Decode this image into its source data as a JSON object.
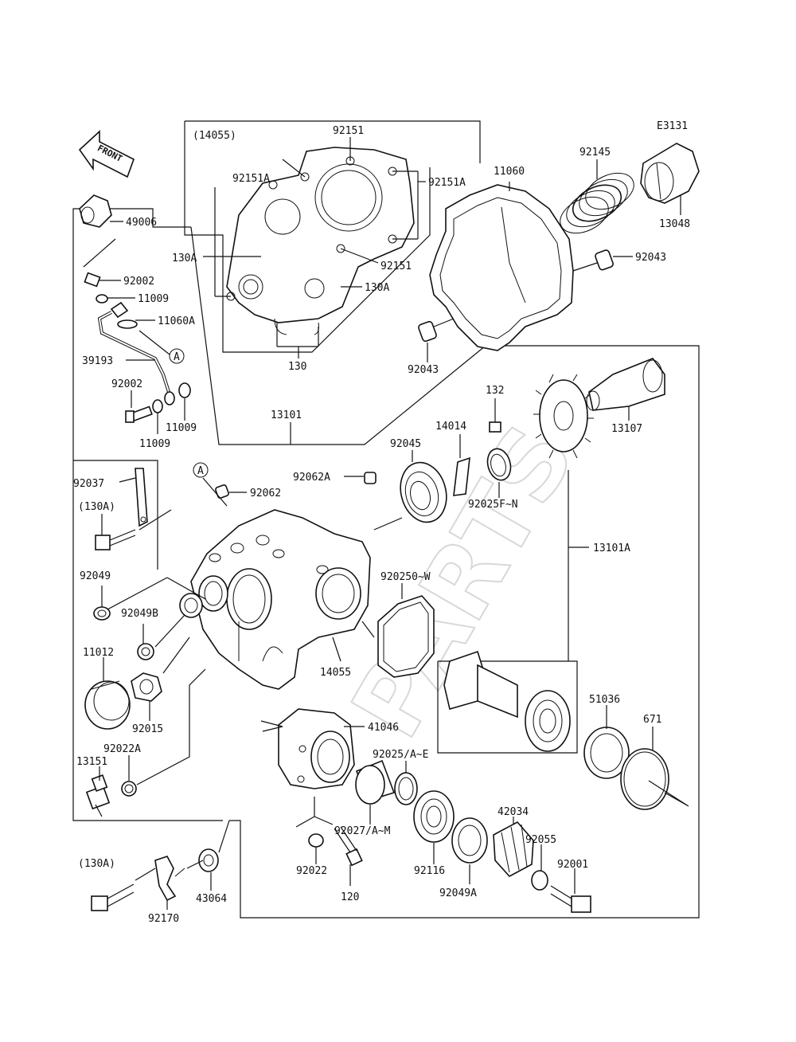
{
  "diagram_code": "E3131",
  "watermark": "PARTS",
  "front_indicator": "FRONT",
  "circle_ref": "A",
  "labels": {
    "p14055a": "(14055)",
    "p92151_top": "92151",
    "p92151A_l": "92151A",
    "p92151A_r": "92151A",
    "p130A_l": "130A",
    "p92151_mid": "92151",
    "p130A_r": "130A",
    "p130": "130",
    "p11060": "11060",
    "p92145": "92145",
    "p13048": "13048",
    "p92043_r": "92043",
    "p92043_b": "92043",
    "p49006": "49006",
    "p92002_a": "92002",
    "p11009_a": "11009",
    "p11060A": "11060A",
    "p39193": "39193",
    "p92002_b": "92002",
    "p11009_b": "11009",
    "p11009_c": "11009",
    "p13101": "13101",
    "p132": "132",
    "p14014": "14014",
    "p13107": "13107",
    "p92045": "92045",
    "p92062A": "92062A",
    "p92062": "92062",
    "p92025FN": "92025F~N",
    "p13101A": "13101A",
    "p92037": "92037",
    "p130A_p": "(130A)",
    "p92049": "92049",
    "p92049B": "92049B",
    "p92025OW": "920250~W",
    "p11012": "11012",
    "p14055": "14055",
    "p92015": "92015",
    "p51036": "51036",
    "p671": "671",
    "p41046": "41046",
    "p92022A": "92022A",
    "p13151": "13151",
    "p92025AE": "92025/A~E",
    "p92027AM": "92027/A~M",
    "p42034": "42034",
    "p92055": "92055",
    "p92001": "92001",
    "p130A_p2": "(130A)",
    "p92116": "92116",
    "p92022": "92022",
    "p120": "120",
    "p92049A": "92049A",
    "p43064": "43064",
    "p92170": "92170"
  }
}
